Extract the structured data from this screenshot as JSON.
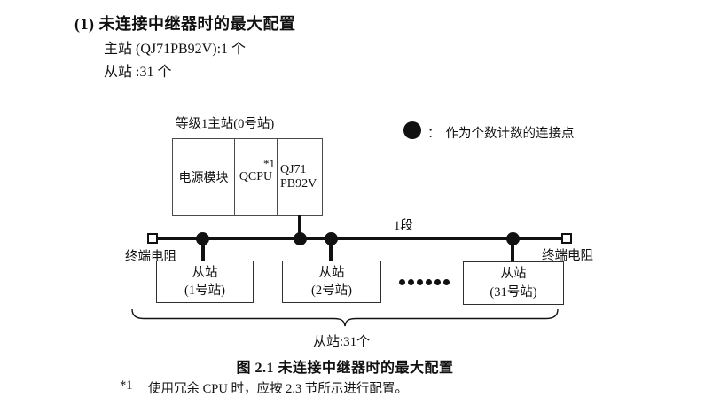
{
  "colors": {
    "ink": "#111111",
    "box_border": "#4a4a4a",
    "background": "#ffffff"
  },
  "page": {
    "heading": "(1) 未连接中继器时的最大配置",
    "master_count_line": "主站 (QJ71PB92V):1 个",
    "slave_count_line": "从站 :31 个"
  },
  "diagram": {
    "master_station": {
      "label": "等级1主站(0号站)",
      "power_module": "电源模块",
      "cpu": "QCPU",
      "cpu_note": "*1",
      "network_module_line1": "QJ71",
      "network_module_line2": "PB92V"
    },
    "legend": {
      "symbol": "connection-point-dot",
      "colon": "：",
      "label": "作为个数计数的连接点"
    },
    "bus": {
      "segment_label": "1段",
      "terminator_left_label": "终端电阻",
      "terminator_right_label": "终端电阻"
    },
    "slaves": [
      {
        "name": "从站",
        "number": "(1号站)"
      },
      {
        "name": "从站",
        "number": "(2号站)"
      },
      {
        "name": "从站",
        "number": "(31号站)"
      }
    ],
    "ellipsis_dots": 6,
    "brace_label": "从站:31个"
  },
  "caption": "图 2.1 未连接中继器时的最大配置",
  "footnote": {
    "marker": "*1",
    "text": "使用冗余 CPU 时，应按 2.3 节所示进行配置。"
  }
}
